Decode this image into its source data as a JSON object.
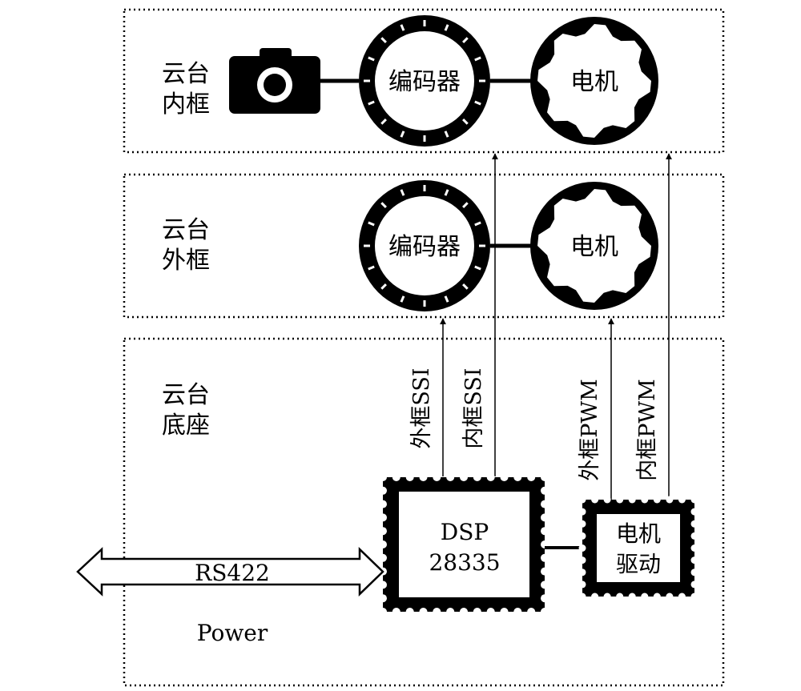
{
  "inner_frame": {
    "label_line1": "云台",
    "label_line2": "内框"
  },
  "outer_frame": {
    "label_line1": "云台",
    "label_line2": "外框"
  },
  "base": {
    "label_line1": "云台",
    "label_line2": "底座"
  },
  "encoder_label": "编码器",
  "motor_label": "电机",
  "signals": {
    "outer_ssi": "外框SSI",
    "inner_ssi": "内框SSI",
    "outer_pwm": "外框PWM",
    "inner_pwm": "内框PWM"
  },
  "dsp": {
    "line1": "DSP",
    "line2": "28335"
  },
  "motor_driver": {
    "line1": "电机",
    "line2": "驱动"
  },
  "bus_label": "RS422",
  "power_label": "Power"
}
